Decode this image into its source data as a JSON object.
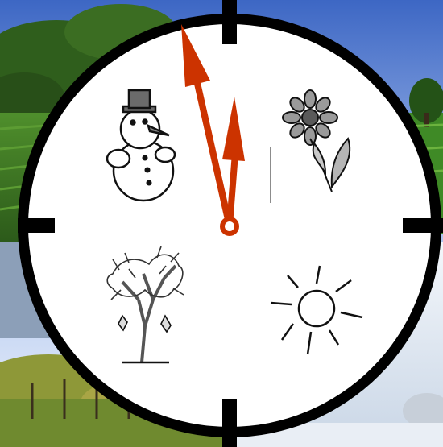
{
  "scene": {
    "quadrants": [
      "spring-meadow",
      "summer-field",
      "autumn-avenue",
      "winter-snow"
    ],
    "colors": {
      "sky_top": "#4a74c8",
      "sky_mid": "#b5c9ee",
      "horizon": "#e9efe9",
      "field_green": "#3f7a2b",
      "foliage": "#2f5e1c",
      "autumn_foliage": "#9c9a3c",
      "snow": "#eef2f7"
    }
  },
  "clock": {
    "colors": {
      "face": "#ffffff",
      "rim": "#000000",
      "hands": "#cc3300",
      "pictogram_ink": "#111111"
    },
    "hour_markers": [
      "top",
      "right",
      "bottom",
      "left"
    ],
    "season_icons": [
      {
        "icon": "snowman-icon",
        "season": "winter"
      },
      {
        "icon": "flower-icon",
        "season": "spring"
      },
      {
        "icon": "bare-tree-icon",
        "season": "autumn"
      },
      {
        "icon": "sun-icon",
        "season": "summer"
      }
    ],
    "hands": [
      "long-hand",
      "short-hand"
    ]
  }
}
